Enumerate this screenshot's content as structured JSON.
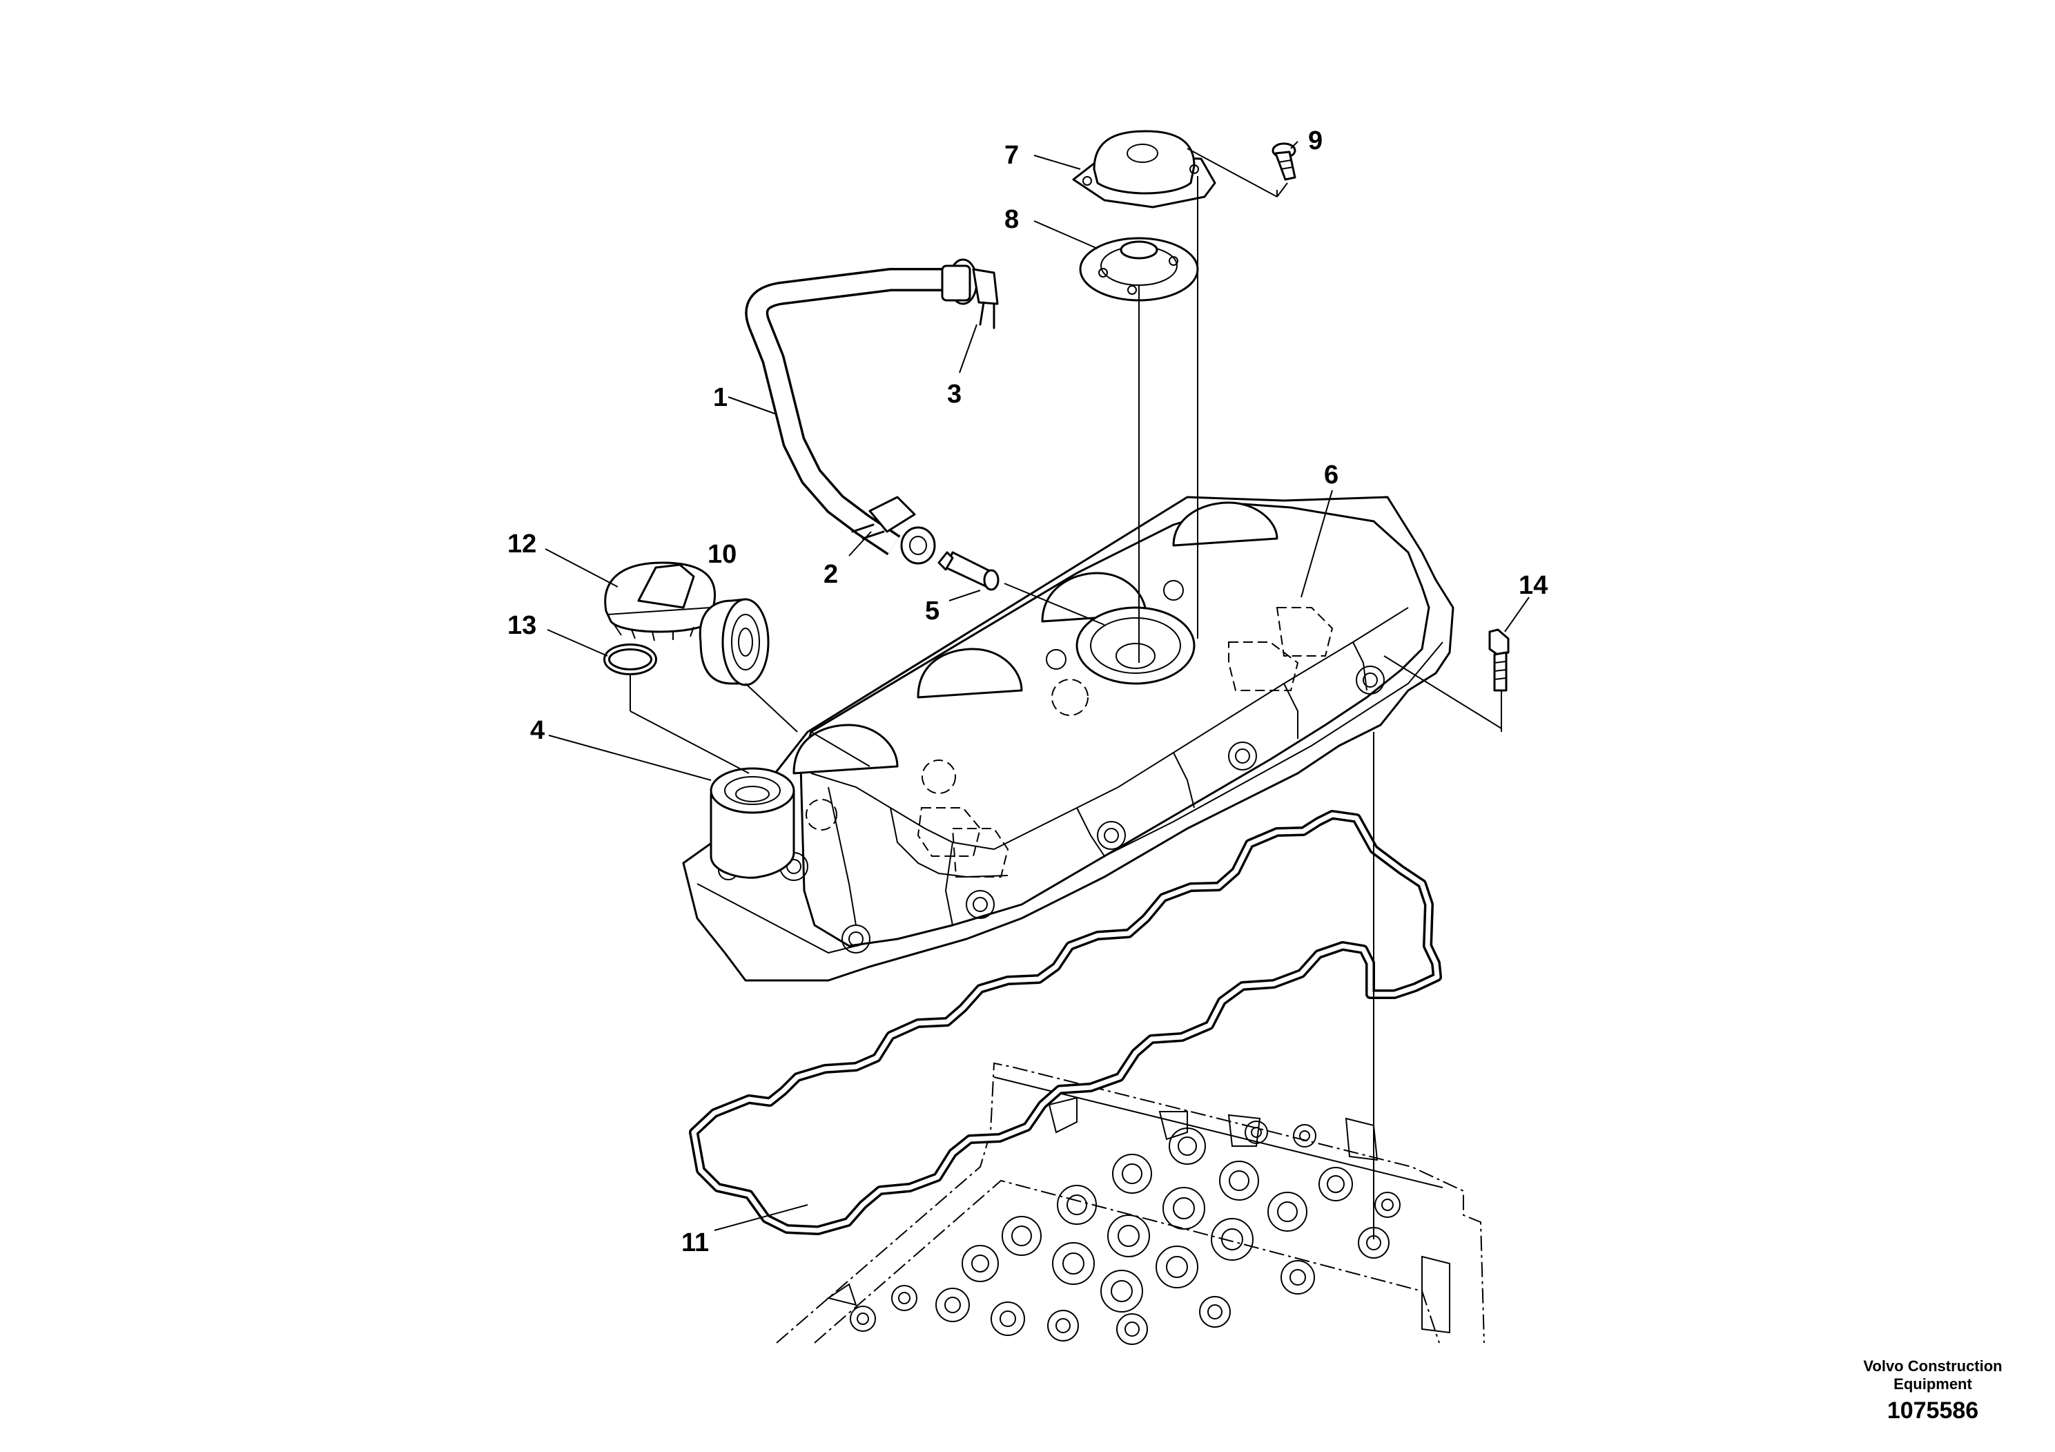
{
  "callouts": {
    "c1": "1",
    "c2": "2",
    "c3": "3",
    "c4": "4",
    "c5": "5",
    "c6": "6",
    "c7": "7",
    "c8": "8",
    "c9": "9",
    "c10": "10",
    "c11": "11",
    "c12": "12",
    "c13": "13",
    "c14": "14"
  },
  "footer": {
    "brand_line_1": "Volvo Construction",
    "brand_line_2": "Equipment",
    "drawing_number": "1075586"
  }
}
